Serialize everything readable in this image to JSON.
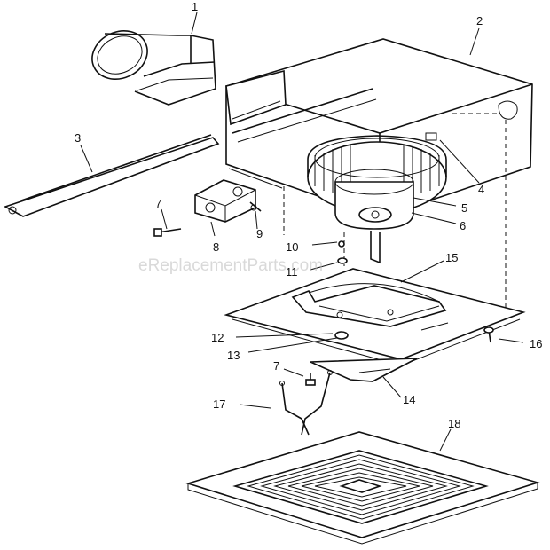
{
  "watermark": "eReplacementParts.com",
  "callouts": [
    {
      "id": "1",
      "text": "1"
    },
    {
      "id": "2",
      "text": "2"
    },
    {
      "id": "3",
      "text": "3"
    },
    {
      "id": "4",
      "text": "4"
    },
    {
      "id": "5",
      "text": "5"
    },
    {
      "id": "6",
      "text": "6"
    },
    {
      "id": "7a",
      "text": "7"
    },
    {
      "id": "8",
      "text": "8"
    },
    {
      "id": "9",
      "text": "9"
    },
    {
      "id": "10",
      "text": "10"
    },
    {
      "id": "11",
      "text": "11"
    },
    {
      "id": "12",
      "text": "12"
    },
    {
      "id": "13",
      "text": "13"
    },
    {
      "id": "14",
      "text": "14"
    },
    {
      "id": "15",
      "text": "15"
    },
    {
      "id": "16",
      "text": "16"
    },
    {
      "id": "7b",
      "text": "7"
    },
    {
      "id": "17",
      "text": "17"
    },
    {
      "id": "18",
      "text": "18"
    }
  ]
}
